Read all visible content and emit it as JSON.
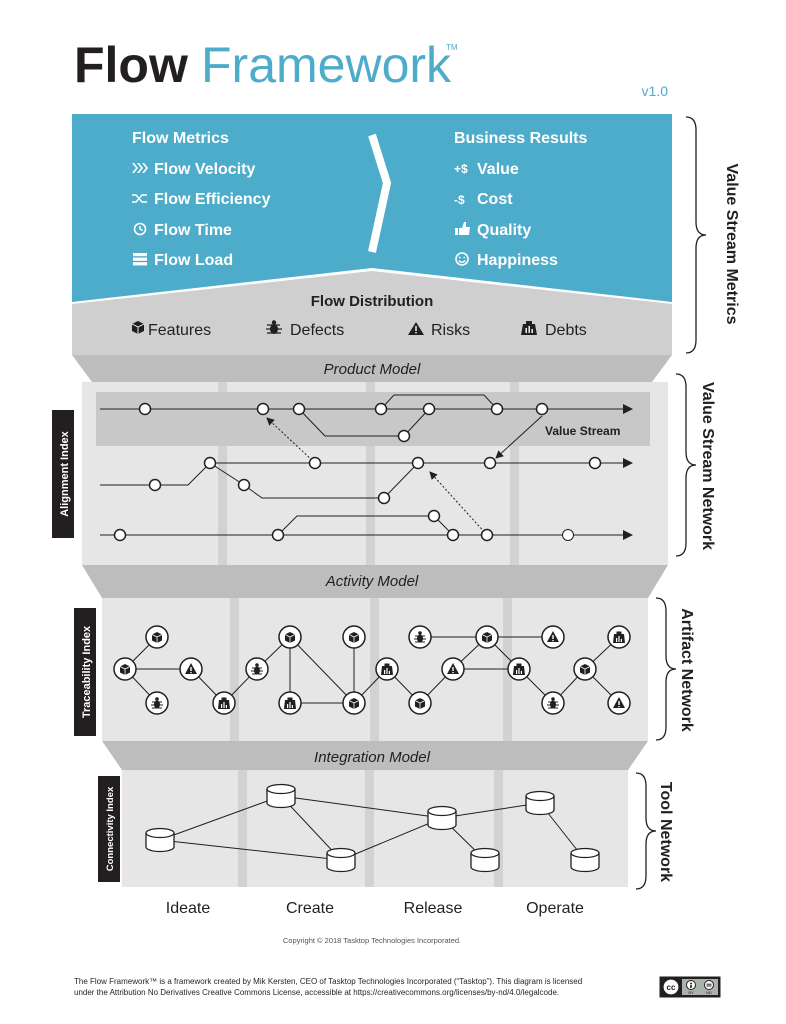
{
  "header": {
    "title_primary": "Flow",
    "title_secondary": "Framework",
    "trademark": "TM",
    "version": "v1.0"
  },
  "colors": {
    "accent": "#4eaccb",
    "dark": "#231f20",
    "band_gray": "#cfcfd0",
    "panel_gray": "#e6e6e7",
    "stripe_gray": "#d2d2d3",
    "trapezoid_gray": "#bdbdbe"
  },
  "metrics": {
    "flow_title": "Flow Metrics",
    "flow_items": [
      {
        "icon": "chevrons-icon",
        "label": "Flow Velocity"
      },
      {
        "icon": "shuffle-icon",
        "label": "Flow Efficiency"
      },
      {
        "icon": "clock-icon",
        "label": "Flow Time"
      },
      {
        "icon": "stack-icon",
        "label": "Flow Load"
      }
    ],
    "results_title": "Business Results",
    "result_items": [
      {
        "icon": "+$",
        "label": "Value"
      },
      {
        "icon": "-$",
        "label": "Cost"
      },
      {
        "icon": "thumbs-up-icon",
        "label": "Quality"
      },
      {
        "icon": "smiley-icon",
        "label": "Happiness"
      }
    ]
  },
  "distribution": {
    "title": "Flow Distribution",
    "items": [
      {
        "icon": "cube-icon",
        "label": "Features"
      },
      {
        "icon": "bug-icon",
        "label": "Defects"
      },
      {
        "icon": "warning-icon",
        "label": "Risks"
      },
      {
        "icon": "debt-icon",
        "label": "Debts"
      }
    ]
  },
  "models": {
    "product": "Product Model",
    "activity": "Activity Model",
    "integration": "Integration Model"
  },
  "value_stream_label": "Value Stream",
  "indices": {
    "alignment": "Alignment Index",
    "traceability": "Traceability Index",
    "connectivity": "Connectivity Index"
  },
  "side_labels": {
    "metrics": "Value Stream Metrics",
    "network": "Value Stream Network",
    "artifact": "Artifact Network",
    "tool": "Tool Network"
  },
  "stages": [
    "Ideate",
    "Create",
    "Release",
    "Operate"
  ],
  "copyright": "Copyright © 2018 Tasktop Technologies Incorporated.",
  "footer_line1": "The Flow Framework™ is a framework created by Mik Kersten, CEO of Tasktop Technologies Incorporated (“Tasktop”). This diagram is licensed",
  "footer_line2": "under the Attribution No Derivatives Creative Commons License, accessible at https://creativecommons.org/licenses/by-nd/4.0/legalcode.",
  "license_badge": {
    "cc": "cc",
    "by": "BY",
    "nd": "ND"
  }
}
